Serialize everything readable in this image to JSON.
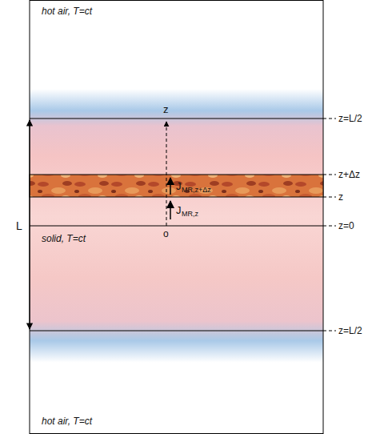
{
  "diagram": {
    "labels": [
      "hot air, T=ct",
      "z",
      "J",
      "MR,z+Δz",
      "z=L/2",
      "z+Δz",
      "z",
      "J",
      "MR,z",
      "L",
      "solid, T=ct",
      "o",
      "z=0",
      "z=L/2",
      "hot air, T=ct"
    ]
  }
}
